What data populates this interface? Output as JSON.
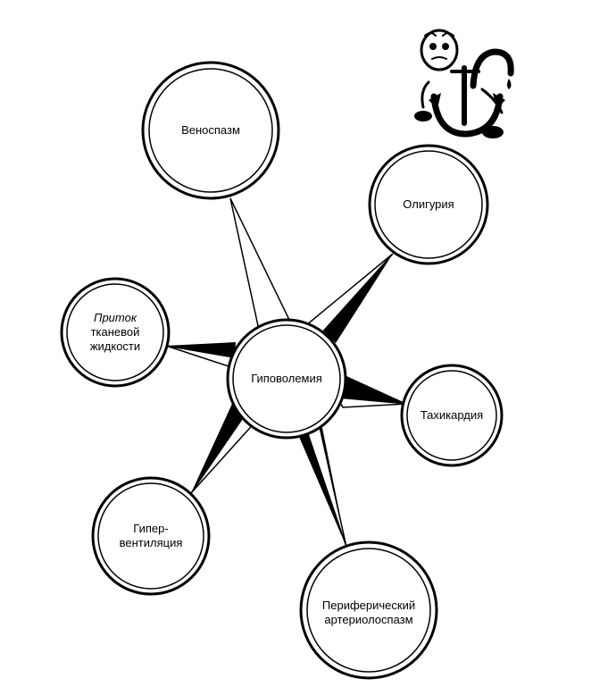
{
  "center": {
    "label": "Гиповолемия"
  },
  "nodes": [
    {
      "id": "venospasm",
      "lines": [
        "Веноспазм"
      ]
    },
    {
      "id": "oliguria",
      "lines": [
        "Олигурия"
      ]
    },
    {
      "id": "tachycardia",
      "lines": [
        "Тахикардия"
      ]
    },
    {
      "id": "arteriolospasm",
      "lines": [
        "Периферический",
        "артериолоспазм"
      ]
    },
    {
      "id": "hyperventilation",
      "lines": [
        "Гипер-",
        "вентиляция"
      ]
    },
    {
      "id": "tissue-fluid",
      "lines": [
        "Приток",
        "тканевой",
        "жидкости"
      ]
    }
  ],
  "colors": {
    "ink": "#000000",
    "paper": "#ffffff"
  },
  "mascot": {
    "icon": "cartoon-anchor-character-icon"
  }
}
